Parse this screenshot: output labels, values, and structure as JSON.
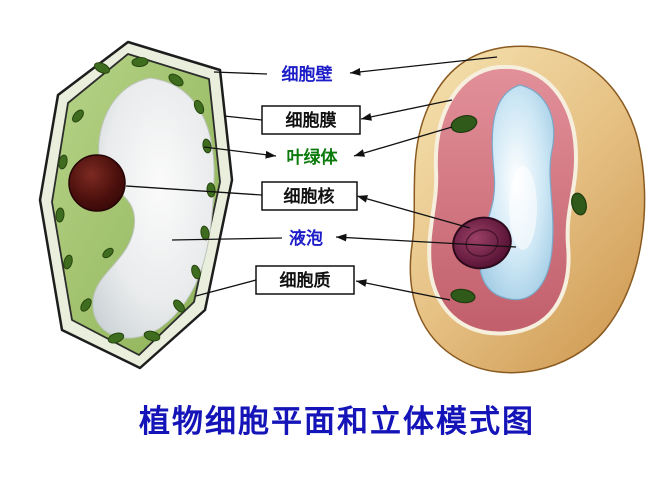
{
  "title": {
    "text": "植物细胞平面和立体模式图",
    "color": "#1414b8"
  },
  "labels": {
    "cell_wall": "细胞壁",
    "cell_membrane": "细胞膜",
    "chloroplast": "叶绿体",
    "nucleus": "细胞核",
    "vacuole": "液泡",
    "cytoplasm": "细胞质"
  },
  "colors": {
    "label_blue": "#1c1cc8",
    "label_green": "#0a7a0a",
    "label_black": "#111111",
    "cell_green": "#a6c473",
    "cell_wall_fill": "#e9efdc",
    "nucleus_maroon": "#4a0f0c",
    "cut_face_pink": "#d4767e",
    "vacuole_blue": "#9ecbe4",
    "outer_tan": "#e8c98a"
  }
}
